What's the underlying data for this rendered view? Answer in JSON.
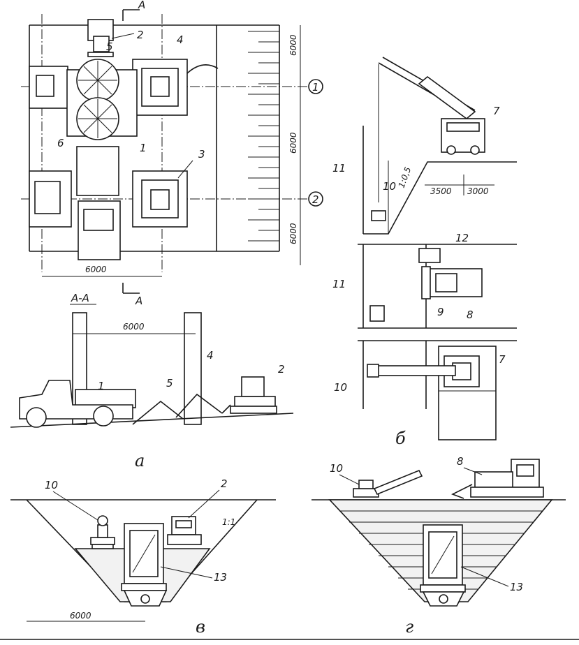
{
  "labels": {
    "n1": "1",
    "n2": "2",
    "n3": "3",
    "n4": "4",
    "n5": "5",
    "n6": "6",
    "n7": "7",
    "n8": "8",
    "n9": "9",
    "n10": "10",
    "n11": "11",
    "n12": "12",
    "n13": "13"
  },
  "section": {
    "mark": "A",
    "title": "A-A"
  },
  "dimensions": {
    "d6000": "6000",
    "d3500": "3500",
    "d3000": "3000",
    "slope_05": "1:0,5",
    "slope_1": "1:1"
  },
  "axes": {
    "axis1": "1",
    "axis2": "2"
  },
  "panels": {
    "a": "а",
    "b": "б",
    "v": "в",
    "g": "г"
  }
}
